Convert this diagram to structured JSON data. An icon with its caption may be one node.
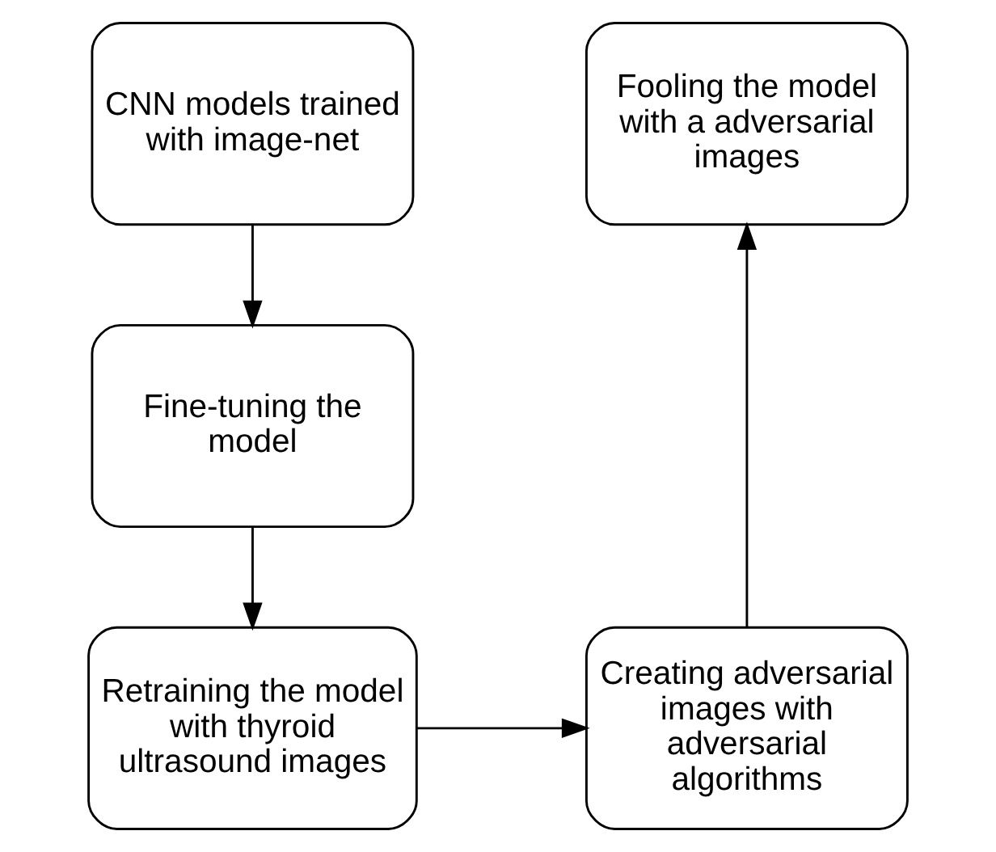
{
  "diagram": {
    "nodes": [
      {
        "text": [
          "CNN models trained with image-net"
        ]
      },
      {
        "text": [
          "Fine-tuning the model"
        ]
      },
      {
        "text": [
          "Retraining the model with thyroid ultrasound images"
        ]
      },
      {
        "text": [
          "Creating adversarial images with adversarial algorithms"
        ]
      },
      {
        "text": [
          "Fooling the model with a adversarial images"
        ]
      }
    ],
    "edges": [
      {
        "from": 0,
        "to": 1,
        "arrow": "to"
      },
      {
        "from": 1,
        "to": 2,
        "arrow": "to"
      },
      {
        "from": 2,
        "to": 3,
        "arrow": "to"
      },
      {
        "from": 3,
        "to": 4,
        "arrow": "to"
      }
    ]
  }
}
